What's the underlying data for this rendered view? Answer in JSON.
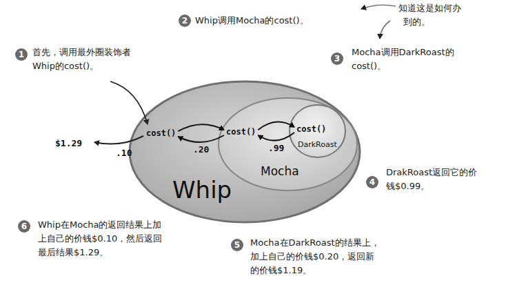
{
  "diagram": {
    "nodes": [
      {
        "text": [
          "cost()",
          "Whip"
        ]
      },
      {
        "text": [
          "cost()",
          "Mocha"
        ],
        "in": 0
      },
      {
        "text": [
          "cost()",
          "DarkRoast"
        ],
        "in": 1
      }
    ],
    "edges": [
      {
        "from": 0,
        "to": 1,
        "arrow": "to"
      },
      {
        "from": 1,
        "to": 2,
        "arrow": "to"
      },
      {
        "from": 2,
        "to": 1,
        "label": ".99",
        "arrow": "to"
      },
      {
        "from": 1,
        "to": 0,
        "label": ".20",
        "arrow": "to"
      }
    ],
    "labels": [
      "知道这是如何办",
      "到的。",
      "2",
      "Whip调用Mocha的cost()。",
      "1",
      "首先，调用最外圈装饰者 Whip的cost()。",
      "3",
      "Mocha调用DarkRoast的 cost()。",
      "$1.29",
      ".10",
      "4",
      "DrakRoast返回它的价 钱$0.99。",
      "6",
      "Whip在Mocha的返回结果上加 上自己的价钱$0.10，然后返回 最后结果$1.29。",
      "5",
      "Mocha在DarkRoast的结果上， 加上自己的价钱$0.20，返回新 的价钱$1.19。"
    ]
  }
}
